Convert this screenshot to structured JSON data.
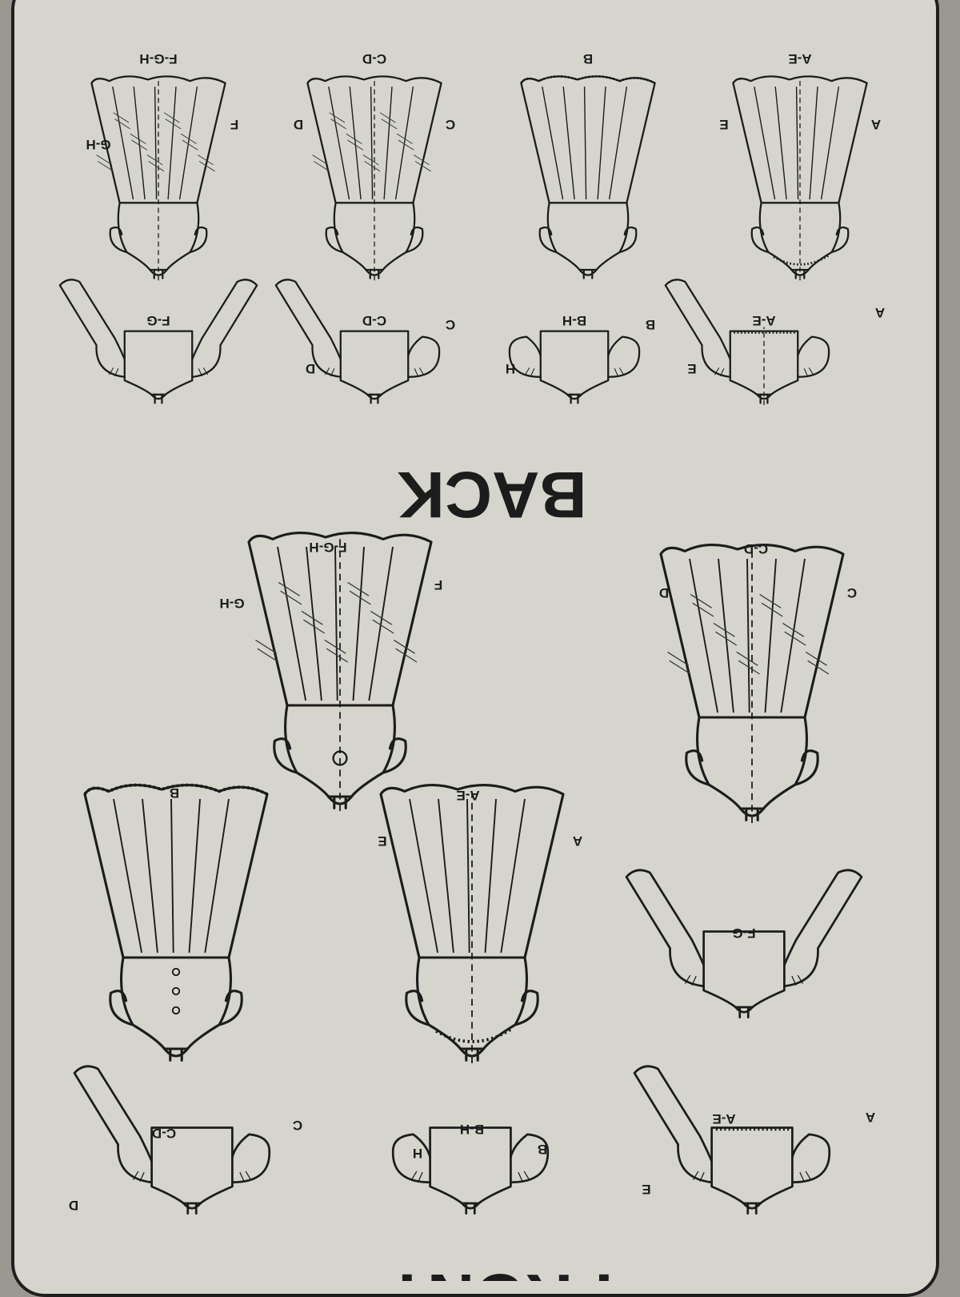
{
  "heading": {
    "section": "BACK",
    "partial_bottom": "FRONT"
  },
  "back": {
    "bodices": [
      {
        "top": "F-G-H",
        "left": "G-H",
        "right": "F"
      },
      {
        "top": "C-D",
        "left": "D",
        "right": "C"
      },
      {
        "top": "B"
      },
      {
        "top": "A-E",
        "left": "E",
        "right": "A"
      }
    ],
    "sleeves": [
      {
        "top": "F-G"
      },
      {
        "top": "C-D",
        "left": "D",
        "right": "C"
      },
      {
        "top": "B-H",
        "left": "H",
        "right": "B"
      },
      {
        "top": "A-E",
        "left": "E",
        "right": "A"
      }
    ]
  },
  "front": {
    "bodices": [
      {
        "top": "F-G-H",
        "left": "G-H",
        "right": "F"
      },
      {
        "top": "C-D",
        "left": "D",
        "right": "C"
      },
      {
        "top": "B"
      },
      {
        "top": "A-E",
        "left": "E",
        "right": "A"
      }
    ],
    "sleeves": [
      {
        "top": "F-G"
      },
      {
        "top": "C-D",
        "left": "D",
        "right": "C"
      },
      {
        "top": "B-H",
        "left": "H",
        "right": "B"
      },
      {
        "top": "A-E",
        "left": "E",
        "right": "A"
      }
    ]
  }
}
